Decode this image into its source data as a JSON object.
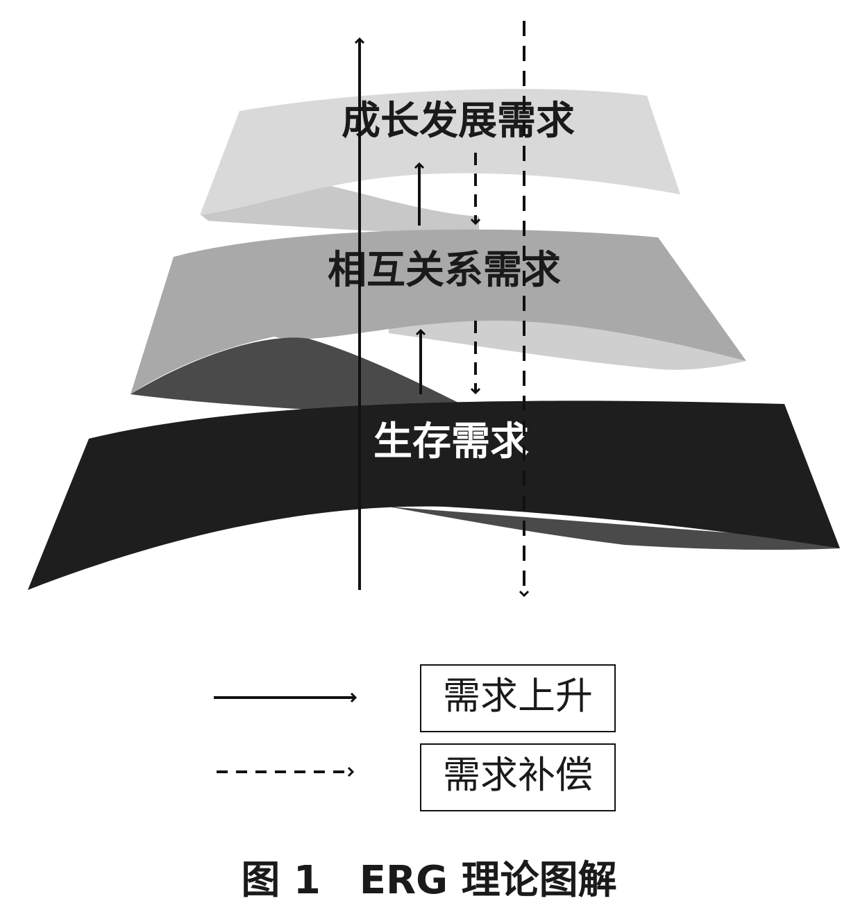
{
  "levels": {
    "growth": {
      "label": "成长发展需求",
      "color": "#d9d9d9",
      "back_color": "#c8c8c8"
    },
    "relatedness": {
      "label": "相互关系需求",
      "color": "#a9a9a9",
      "back_color": "#cfcfcf"
    },
    "existence": {
      "label": "生存需求",
      "color": "#1e1e1e",
      "back_color": "#4a4a4a"
    }
  },
  "legend": {
    "ascend": {
      "label": "需求上升"
    },
    "compensate": {
      "label": "需求补偿"
    }
  },
  "caption": "图 1　ERG 理论图解"
}
